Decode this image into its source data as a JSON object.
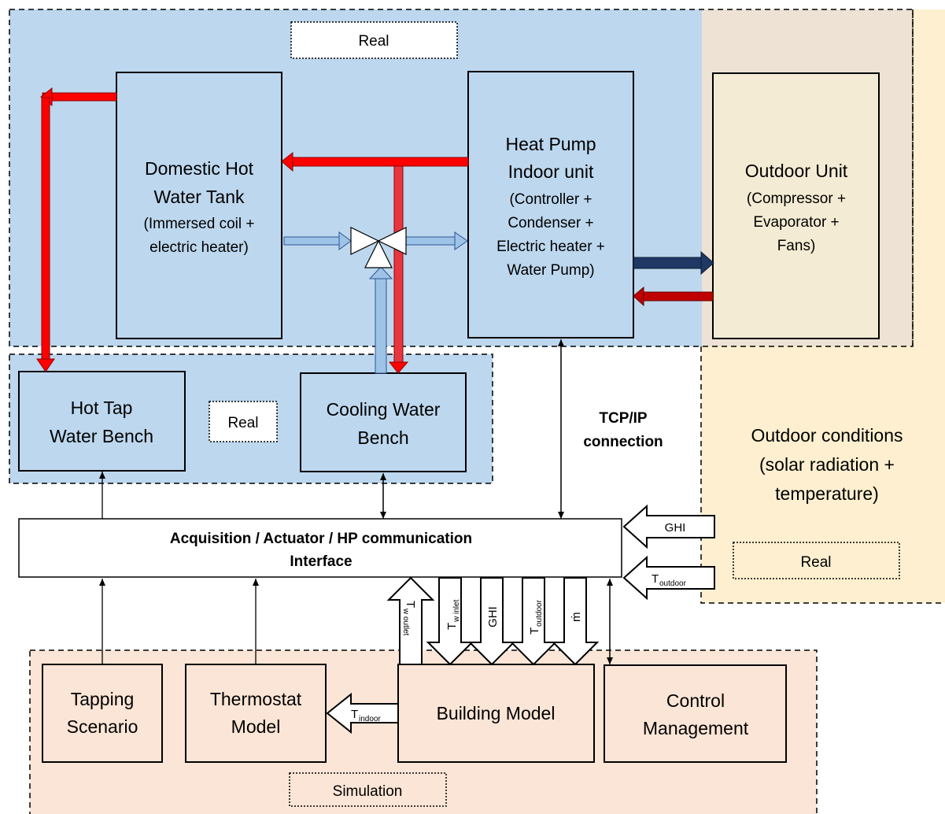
{
  "regions": {
    "real_top_tag": "Real",
    "real_bench_tag": "Real",
    "real_outdoor_tag": "Real",
    "simulation_tag": "Simulation"
  },
  "blocks": {
    "dhw_tank": {
      "title1": "Domestic Hot",
      "title2": "Water Tank",
      "sub1": "(Immersed coil +",
      "sub2": "electric heater)"
    },
    "heat_pump": {
      "title1": "Heat Pump",
      "title2": "Indoor unit",
      "sub1": "(Controller +",
      "sub2": "Condenser +",
      "sub3": "Electric heater +",
      "sub4": "Water Pump)"
    },
    "outdoor_unit": {
      "title": "Outdoor Unit",
      "sub1": "(Compressor +",
      "sub2": "Evaporator +",
      "sub3": "Fans)"
    },
    "hot_tap_bench": {
      "line1": "Hot Tap",
      "line2": "Water Bench"
    },
    "cooling_bench": {
      "line1": "Cooling Water",
      "line2": "Bench"
    },
    "outdoor_conditions": {
      "line1": "Outdoor conditions",
      "line2": "(solar radiation +",
      "line3": "temperature)"
    },
    "interface": {
      "line1": "Acquisition / Actuator / HP communication",
      "line2": "Interface"
    },
    "tapping": {
      "line1": "Tapping",
      "line2": "Scenario"
    },
    "thermostat": {
      "line1": "Thermostat",
      "line2": "Model"
    },
    "building": {
      "line1": "Building Model"
    },
    "control": {
      "line1": "Control",
      "line2": "Management"
    }
  },
  "connection_label": {
    "line1": "TCP/IP",
    "line2": "connection"
  },
  "signals": {
    "ghi_in": "GHI",
    "t_outdoor_main": "T",
    "t_outdoor_sub": "outdoor",
    "t_indoor_main": "T",
    "t_indoor_sub": "indoor",
    "t_w_outlet_main": "T",
    "t_w_outlet_sub": "w outlet",
    "t_w_inlet_main": "T",
    "t_w_inlet_sub": "w inlet",
    "ghi_down": "GHI",
    "t_outdoor_down_main": "T",
    "t_outdoor_down_sub": "outdoor",
    "m_dot": "ṁ"
  },
  "colors": {
    "real_blue": "#bdd7ee",
    "outdoor_tan": "#fdefcf",
    "outdoor_unit_fill": "#f3ebd3",
    "simulation_fill": "#fbe5d6",
    "hot_red": "#ff0000",
    "cold_blue": "#1f3864",
    "light_blue_arrow": "#9dc3e6"
  }
}
